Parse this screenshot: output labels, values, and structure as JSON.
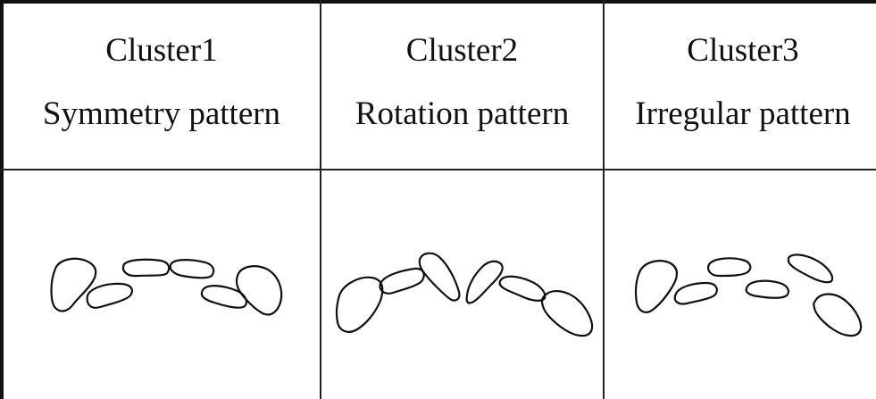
{
  "columns": [
    {
      "title": "Cluster1",
      "subtitle": "Symmetry pattern",
      "icon": "symmetry-tooth-pattern"
    },
    {
      "title": "Cluster2",
      "subtitle": "Rotation pattern",
      "icon": "rotation-tooth-pattern"
    },
    {
      "title": "Cluster3",
      "subtitle": "Irregular pattern",
      "icon": "irregular-tooth-pattern"
    }
  ]
}
